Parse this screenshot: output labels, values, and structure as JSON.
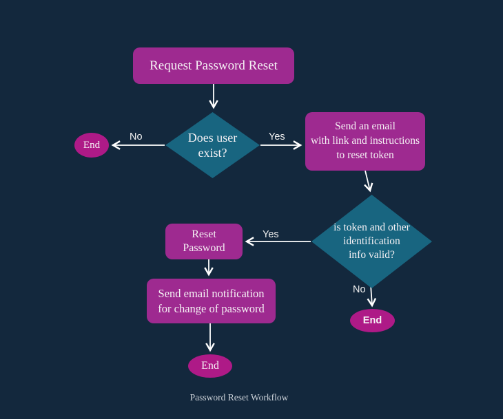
{
  "title": "Password Reset Workflow",
  "colors": {
    "background": "#13283d",
    "process_fill": "#9e2a90",
    "terminal_fill": "#ae1a87",
    "decision_fill": "#186580",
    "node_text": "#f5f1f4",
    "edge_color": "#ffffff",
    "edge_label_color": "#f0f0f0",
    "caption_color": "#ccd2d9"
  },
  "nodes": {
    "request": {
      "label": "Request Password Reset",
      "type": "process"
    },
    "user_exists": {
      "label": "Does user\nexist?",
      "type": "decision"
    },
    "end_left": {
      "label": "End",
      "type": "terminal"
    },
    "send_email": {
      "label": "Send an email\nwith link and instructions\nto reset token",
      "type": "process"
    },
    "token_valid": {
      "label": "is token and other\nidentification\ninfo valid?",
      "type": "decision"
    },
    "reset_password": {
      "label": "Reset\nPassword",
      "type": "process"
    },
    "notify": {
      "label": "Send email notification\nfor change of password",
      "type": "process"
    },
    "end_bottom": {
      "label": "End",
      "type": "terminal"
    },
    "end_right": {
      "label": "End",
      "type": "terminal"
    }
  },
  "edges": {
    "no_left": "No",
    "yes_right": "Yes",
    "yes_reset": "Yes",
    "no_down": "No"
  }
}
